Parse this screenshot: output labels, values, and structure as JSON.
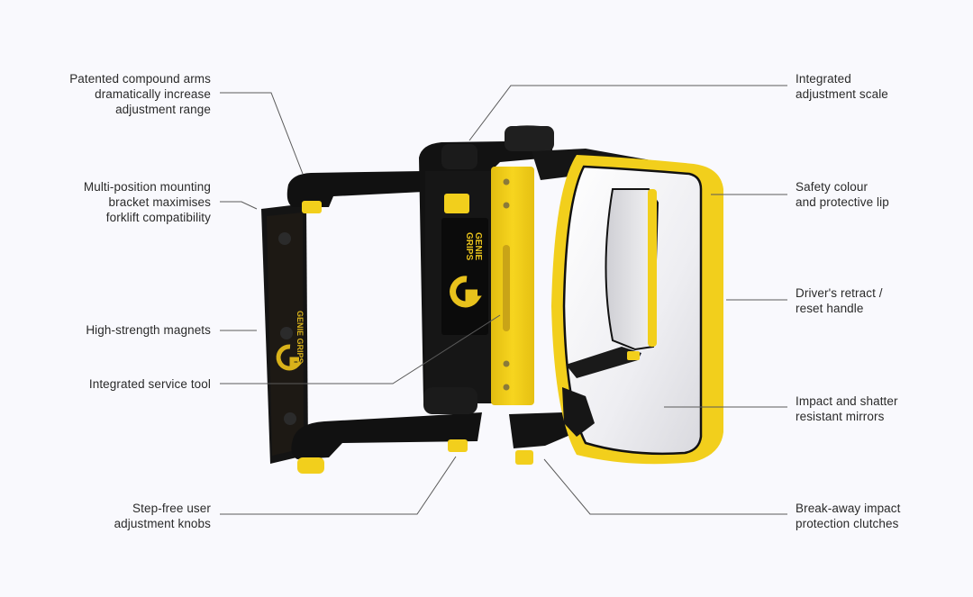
{
  "colors": {
    "background": "#f9f9fd",
    "brand_yellow": "#f2cf1c",
    "body_black": "#151515",
    "leader_line": "#5a5a5a",
    "text": "#2a2a2a"
  },
  "product": {
    "brand_logo_text": [
      "GENIE",
      "GRIPS"
    ],
    "description": "Forklift mirror assembly with compound arms, yellow-framed mirror and mounting bracket"
  },
  "callouts_left": [
    {
      "id": "compound-arms",
      "lines": [
        "Patented compound arms",
        "dramatically increase",
        "adjustment range"
      ]
    },
    {
      "id": "mounting-bracket",
      "lines": [
        "Multi-position mounting",
        "bracket maximises",
        "forklift compatibility"
      ]
    },
    {
      "id": "magnets",
      "lines": [
        "High-strength magnets"
      ]
    },
    {
      "id": "service-tool",
      "lines": [
        "Integrated service tool"
      ]
    },
    {
      "id": "adjustment-knobs",
      "lines": [
        "Step-free user",
        "adjustment knobs"
      ]
    }
  ],
  "callouts_right": [
    {
      "id": "adjustment-scale",
      "lines": [
        "Integrated",
        "adjustment scale"
      ]
    },
    {
      "id": "safety-colour",
      "lines": [
        "Safety colour",
        "and protective lip"
      ]
    },
    {
      "id": "retract-handle",
      "lines": [
        "Driver's retract /",
        "reset handle"
      ]
    },
    {
      "id": "shatter-mirrors",
      "lines": [
        "Impact and shatter",
        "resistant mirrors"
      ]
    },
    {
      "id": "impact-clutches",
      "lines": [
        "Break-away impact",
        "protection clutches"
      ]
    }
  ]
}
